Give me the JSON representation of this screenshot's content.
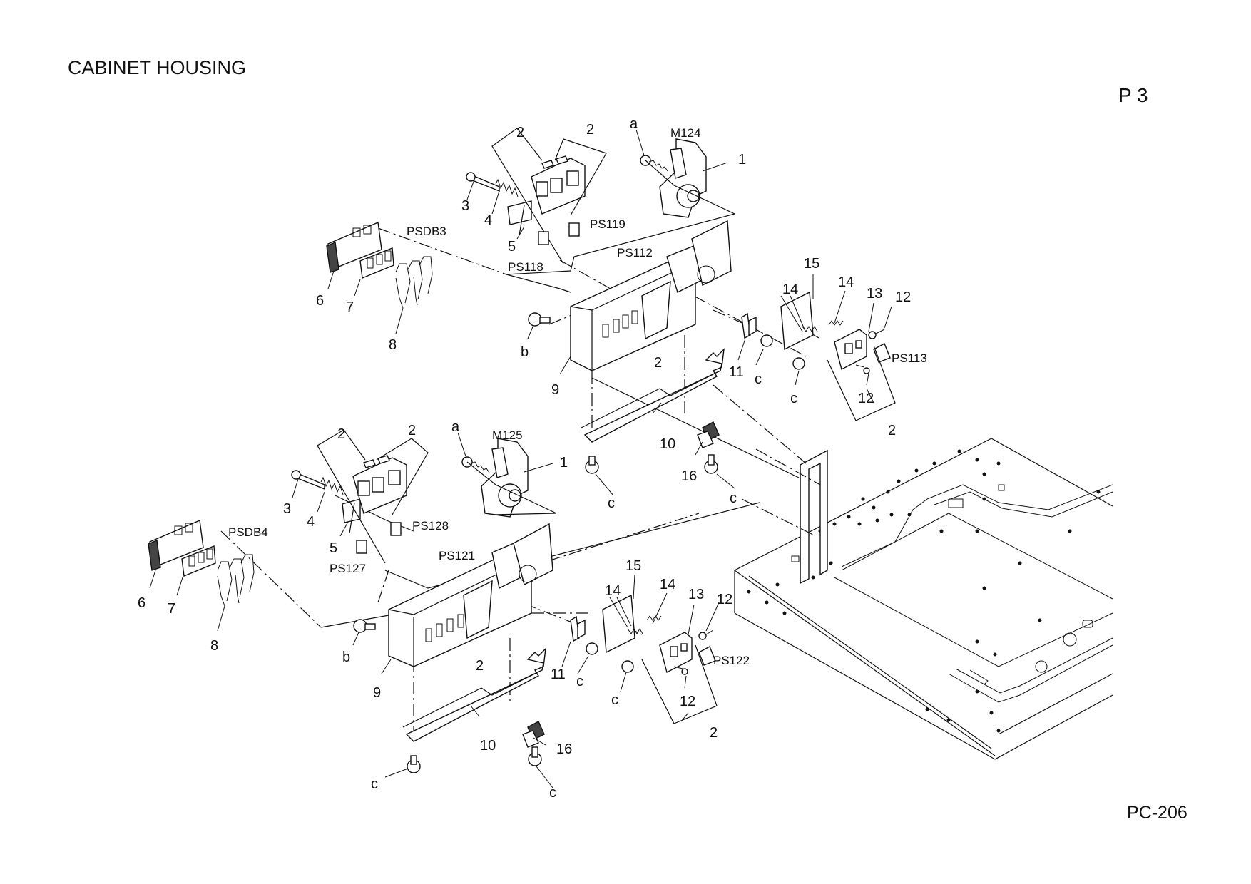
{
  "header": {
    "title": "CABINET HOUSING",
    "page": "P 3"
  },
  "footer": {
    "code": "PC-206"
  },
  "callouts": {
    "upper": {
      "a": "a",
      "M": "M124",
      "n1": "1",
      "n2a": "2",
      "n2b": "2",
      "n3": "3",
      "n4": "4",
      "n5": "5",
      "PS119": "PS119",
      "PS118": "PS118",
      "PSDB": "PSDB3",
      "n6": "6",
      "n7": "7",
      "n8": "8",
      "PS112": "PS112",
      "b": "b",
      "n9": "9",
      "n2c": "2",
      "n15": "15",
      "n14a": "14",
      "n14b": "14",
      "n13": "13",
      "n12a": "12",
      "PS113": "PS113",
      "n11": "11",
      "c1": "c",
      "c2": "c",
      "n12b": "12",
      "n2d": "2",
      "n10": "10",
      "n16": "16",
      "c3": "c",
      "c4": "c"
    },
    "lower": {
      "a": "a",
      "M": "M125",
      "n1": "1",
      "n2a": "2",
      "n2b": "2",
      "n3": "3",
      "n4": "4",
      "n5": "5",
      "PS128": "PS128",
      "PS127": "PS127",
      "PSDB": "PSDB4",
      "n6": "6",
      "n7": "7",
      "n8": "8",
      "PS121": "PS121",
      "b": "b",
      "n9": "9",
      "n2c": "2",
      "n15": "15",
      "n14a": "14",
      "n14b": "14",
      "n13": "13",
      "n12a": "12",
      "PS122": "PS122",
      "n11": "11",
      "c1": "c",
      "c2": "c",
      "n12b": "12",
      "n2d": "2",
      "n10": "10",
      "n16": "16",
      "c3": "c",
      "c4": "c"
    }
  }
}
